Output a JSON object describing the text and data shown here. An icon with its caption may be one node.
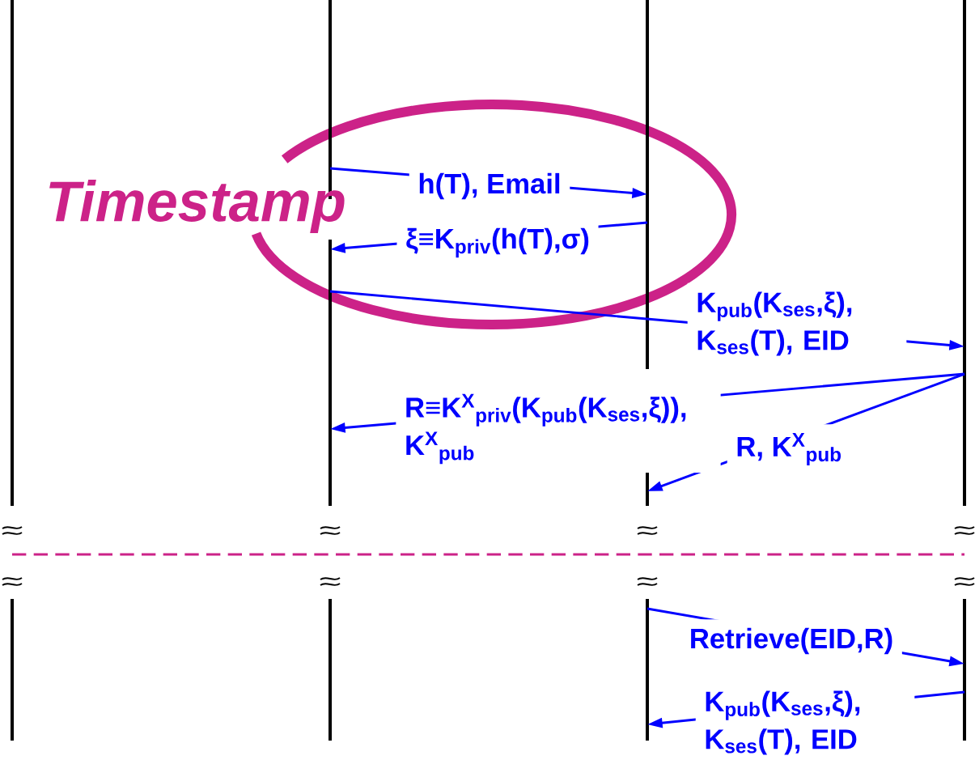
{
  "diagram": {
    "nodes": [
      {
        "text": [],
        "shape": "bar"
      },
      {
        "text": [],
        "shape": "bar"
      },
      {
        "text": [],
        "shape": "bar"
      },
      {
        "text": [],
        "shape": "bar"
      }
    ],
    "edges": [
      {
        "from": 1,
        "to": 2,
        "arrow": "to",
        "label": "h(T), Email"
      },
      {
        "from": 2,
        "to": 1,
        "arrow": "to",
        "label": "ξ≡K$_{priv}$(h(T),σ)"
      },
      {
        "from": 1,
        "to": 3,
        "arrow": "to",
        "label": "K$_{pub}$(K$_{ses}$,ξ), K$_{ses}$(T), EID"
      },
      {
        "from": 3,
        "to": 1,
        "arrow": "to",
        "label": "R≡K$^{X}$$_{priv}$(K$_{pub}$(K$_{ses}$,ξ)), K$^{X}$$_{pub}$"
      },
      {
        "from": 3,
        "to": 2,
        "arrow": "to",
        "label": "R, K$^{X}$$_{pub}$"
      },
      {
        "from": 2,
        "to": 3,
        "arrow": "to",
        "label": "Retrieve(EID,R)"
      },
      {
        "from": 3,
        "to": 2,
        "arrow": "to",
        "label": "K$_{pub}$(K$_{ses}$,ξ), K$_{ses}$(T), EID"
      }
    ],
    "labels": [
      "Timestamp"
    ]
  }
}
